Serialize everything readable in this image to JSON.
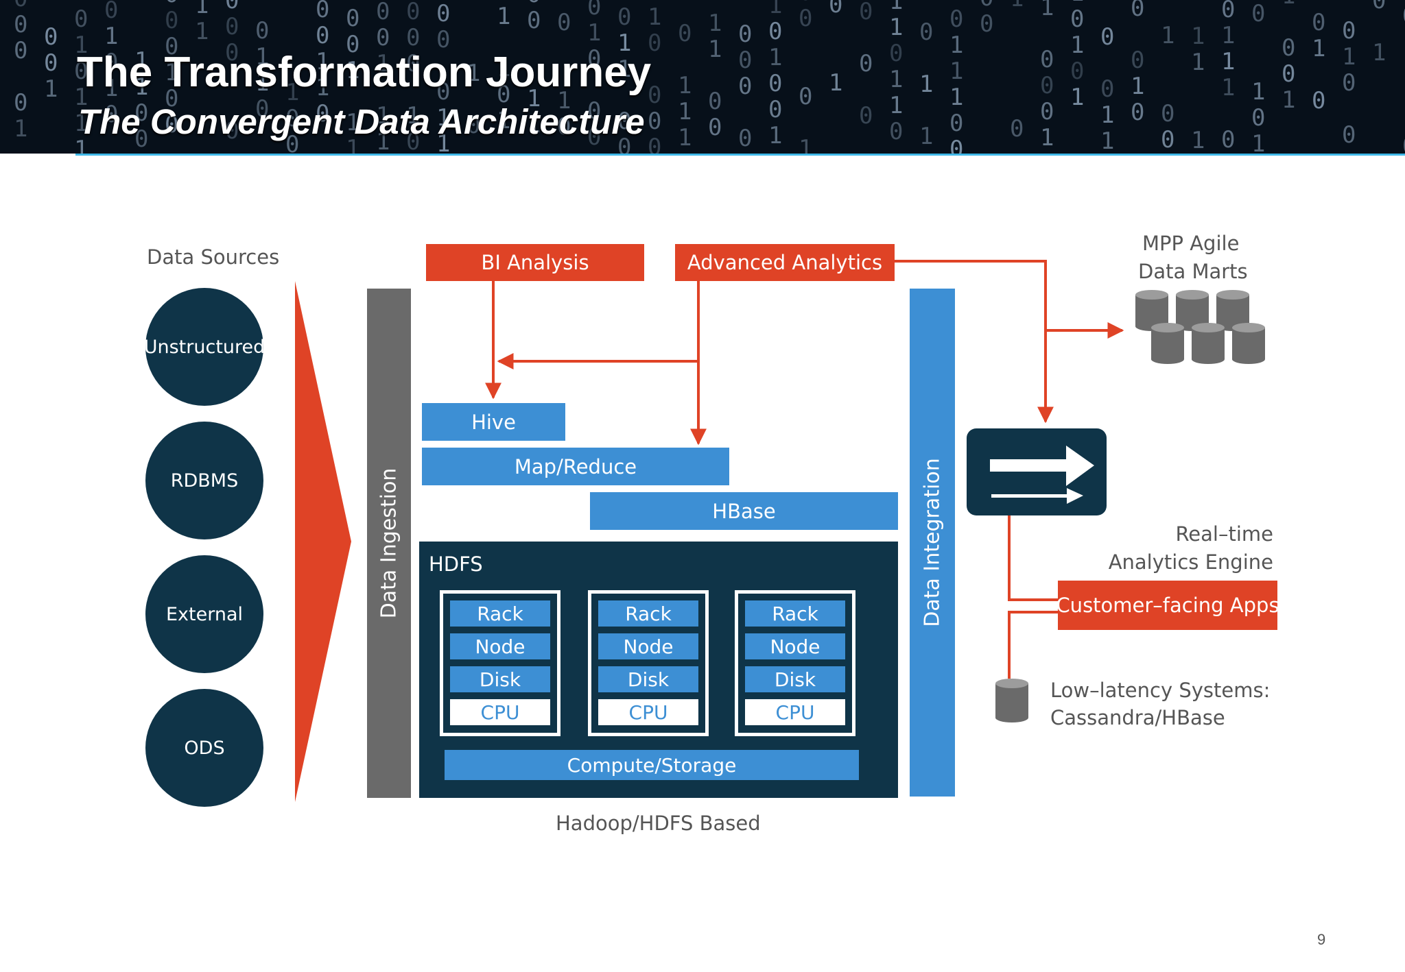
{
  "header": {
    "title": "The Transformation Journey",
    "subtitle": "The Convergent Data Architecture"
  },
  "diagram": {
    "data_sources_label": "Data Sources",
    "sources": [
      "Unstructured",
      "RDBMS",
      "External",
      "ODS"
    ],
    "data_ingestion": "Data Ingestion",
    "data_integration": "Data Integration",
    "bi_analysis": "BI Analysis",
    "advanced_analytics": "Advanced Analytics",
    "hive": "Hive",
    "map_reduce": "Map/Reduce",
    "hbase": "HBase",
    "hdfs": "HDFS",
    "column_cells": [
      "Rack",
      "Node",
      "Disk",
      "CPU"
    ],
    "compute_storage": "Compute/Storage",
    "hadoop_label": "Hadoop/HDFS Based",
    "mpp_line1": "MPP Agile",
    "mpp_line2": "Data Marts",
    "realtime_line1": "Real–time",
    "realtime_line2": "Analytics Engine",
    "customer_apps": "Customer–facing Apps",
    "lowlatency_line1": "Low–latency Systems:",
    "lowlatency_line2": "Cassandra/HBase"
  },
  "colors": {
    "orange": "#df4326",
    "blue": "#3d8fd4",
    "navy": "#0f3448",
    "gray": "#6a6a6a"
  },
  "page_number": "9"
}
